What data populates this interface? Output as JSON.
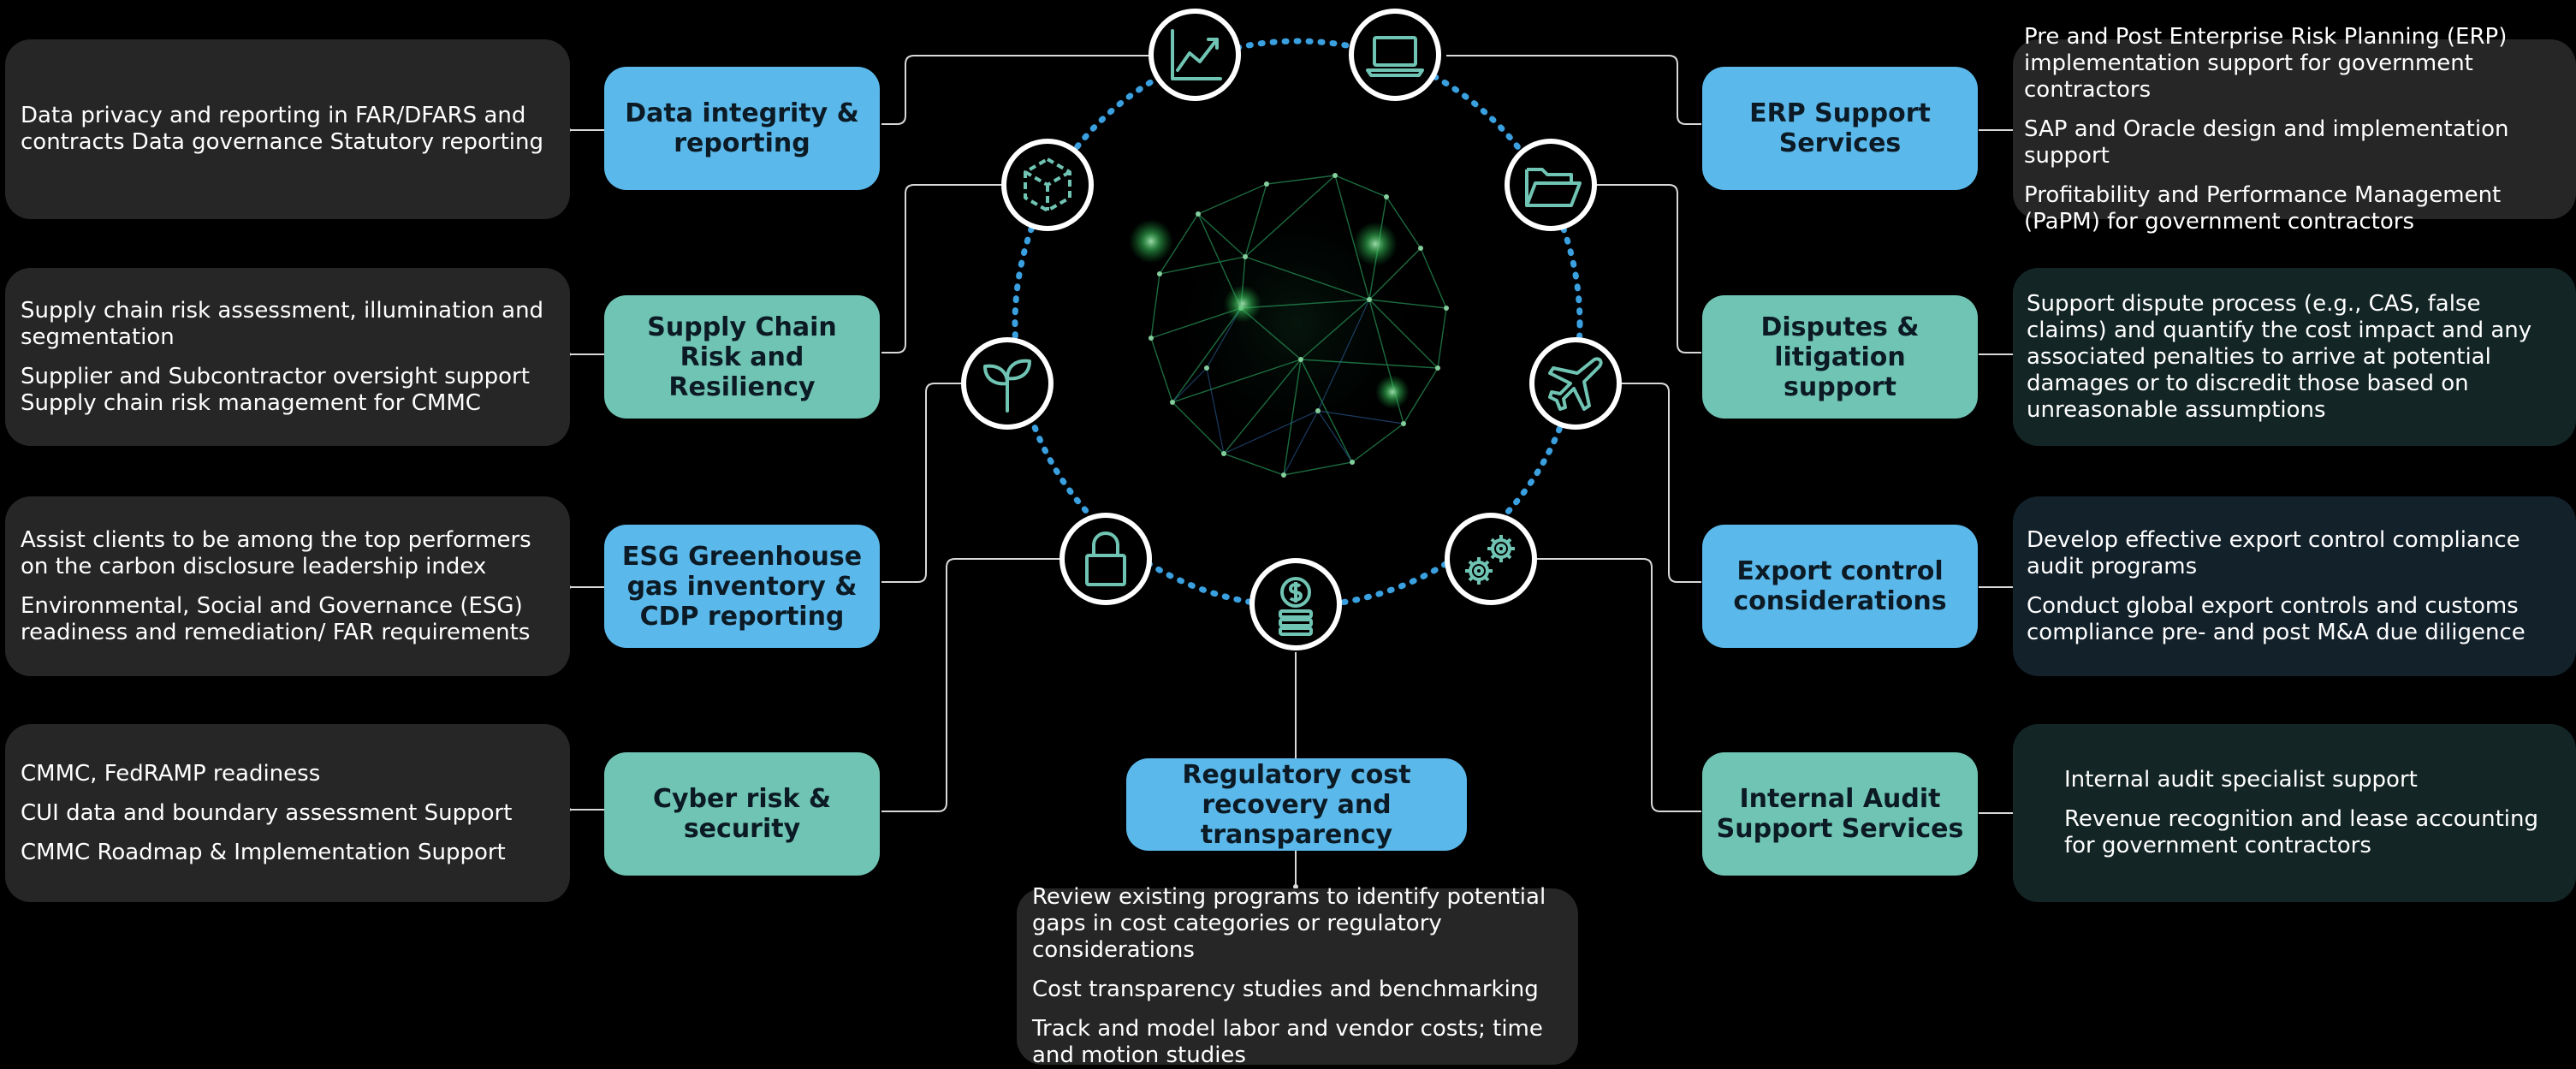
{
  "left": [
    {
      "label": "Data integrity & reporting",
      "color": "blue",
      "items": [
        "Data privacy and reporting in FAR/DFARS and contracts Data governance Statutory reporting"
      ]
    },
    {
      "label": "Supply Chain Risk and Resiliency",
      "color": "teal",
      "items": [
        "Supply chain risk assessment, illumination and segmentation",
        "Supplier and Subcontractor oversight support Supply chain risk management for CMMC"
      ]
    },
    {
      "label": "ESG Greenhouse gas inventory & CDP reporting",
      "color": "blue",
      "items": [
        "Assist clients to be among the top performers on the carbon disclosure leadership index",
        "Environmental, Social and Governance (ESG) readiness and remediation/ FAR requirements"
      ]
    },
    {
      "label": "Cyber risk & security",
      "color": "teal",
      "items": [
        "CMMC, FedRAMP readiness",
        "CUI data and boundary assessment Support",
        "CMMC Roadmap & Implementation Support"
      ]
    }
  ],
  "right": [
    {
      "label": "ERP Support Services",
      "color": "blue",
      "items": [
        "Pre and Post Enterprise Risk Planning (ERP) implementation support for government contractors",
        "SAP and Oracle design and implementation support",
        "Profitability and Performance Management (PaPM) for government contractors"
      ]
    },
    {
      "label": "Disputes & litigation support",
      "color": "teal",
      "items": [
        "Support dispute process (e.g., CAS, false claims) and quantify the cost impact and any associated penalties to arrive at potential damages or to discredit those based on unreasonable assumptions"
      ]
    },
    {
      "label": "Export control considerations",
      "color": "blue",
      "items": [
        "Develop effective export control compliance audit programs",
        "Conduct global export controls and customs compliance pre- and post M&A due diligence"
      ]
    },
    {
      "label": "Internal Audit Support Services",
      "color": "teal",
      "items": [
        "Internal audit specialist support",
        "Revenue recognition and lease accounting for government contractors"
      ]
    }
  ],
  "bottom": {
    "label": "Regulatory cost recovery and transparency",
    "color": "blue",
    "items": [
      "Review existing programs to identify potential gaps in cost categories or regulatory considerations",
      "Cost transparency studies and benchmarking",
      "Track and model labor and vendor costs; time and motion studies"
    ]
  },
  "icons": [
    "line-chart-icon",
    "laptop-icon",
    "cube-icon",
    "folder-icon",
    "sprout-icon",
    "airplane-icon",
    "padlock-icon",
    "gears-icon",
    "dollar-coins-icon"
  ],
  "colors": {
    "blue": "#5bb8ea",
    "teal": "#70c4b3",
    "icon_stroke": "#70c4b3",
    "ring": "#3aa0e0"
  }
}
